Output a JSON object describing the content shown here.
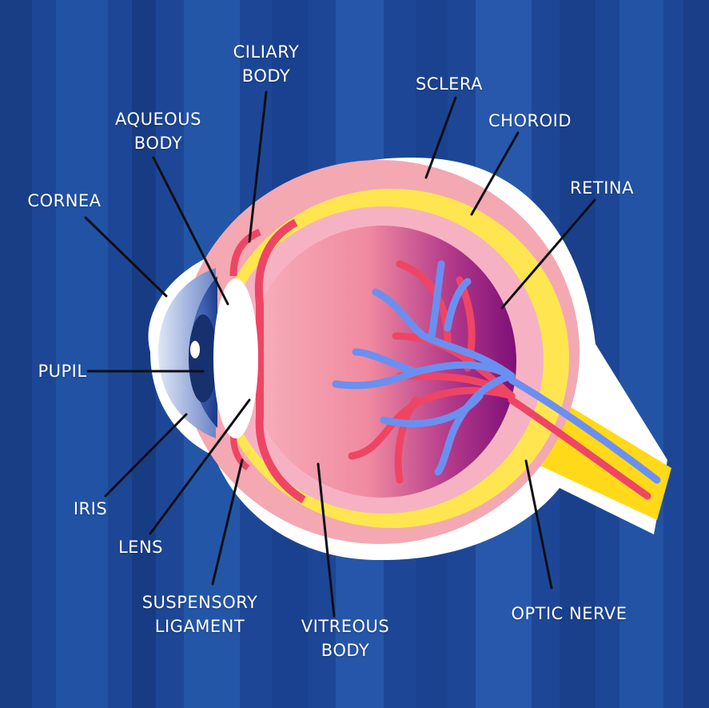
{
  "background": {
    "base": "#1d4796",
    "stripe_dark": "#1a3f88",
    "stripe_light": "#2a5aae"
  },
  "colors": {
    "outline": "#ffffff",
    "sclera": "#f4a8b2",
    "choroid": "#ffe650",
    "retina": "#8a127a",
    "vitreous": "#f7a7b6",
    "vessel_red": "#ef4565",
    "vessel_blue": "#6b8ff0",
    "optic_nerve": "#ffd91a",
    "cornea": "#9eb3dd",
    "iris": "#2a4fa0",
    "lens": "#ffffff"
  },
  "labels": {
    "ciliary_body": [
      "CILIARY",
      "BODY"
    ],
    "aqueous_body": [
      "AQUEOUS",
      "BODY"
    ],
    "cornea": [
      "CORNEA"
    ],
    "pupil": [
      "PUPIL"
    ],
    "iris": [
      "IRIS"
    ],
    "lens": [
      "LENS"
    ],
    "suspensory_ligament": [
      "SUSPENSORY",
      "LIGAMENT"
    ],
    "vitreous_body": [
      "VITREOUS",
      "BODY"
    ],
    "sclera": [
      "SCLERA"
    ],
    "choroid": [
      "CHOROID"
    ],
    "retina": [
      "RETINA"
    ],
    "optic_nerve": [
      "OPTIC NERVE"
    ]
  }
}
